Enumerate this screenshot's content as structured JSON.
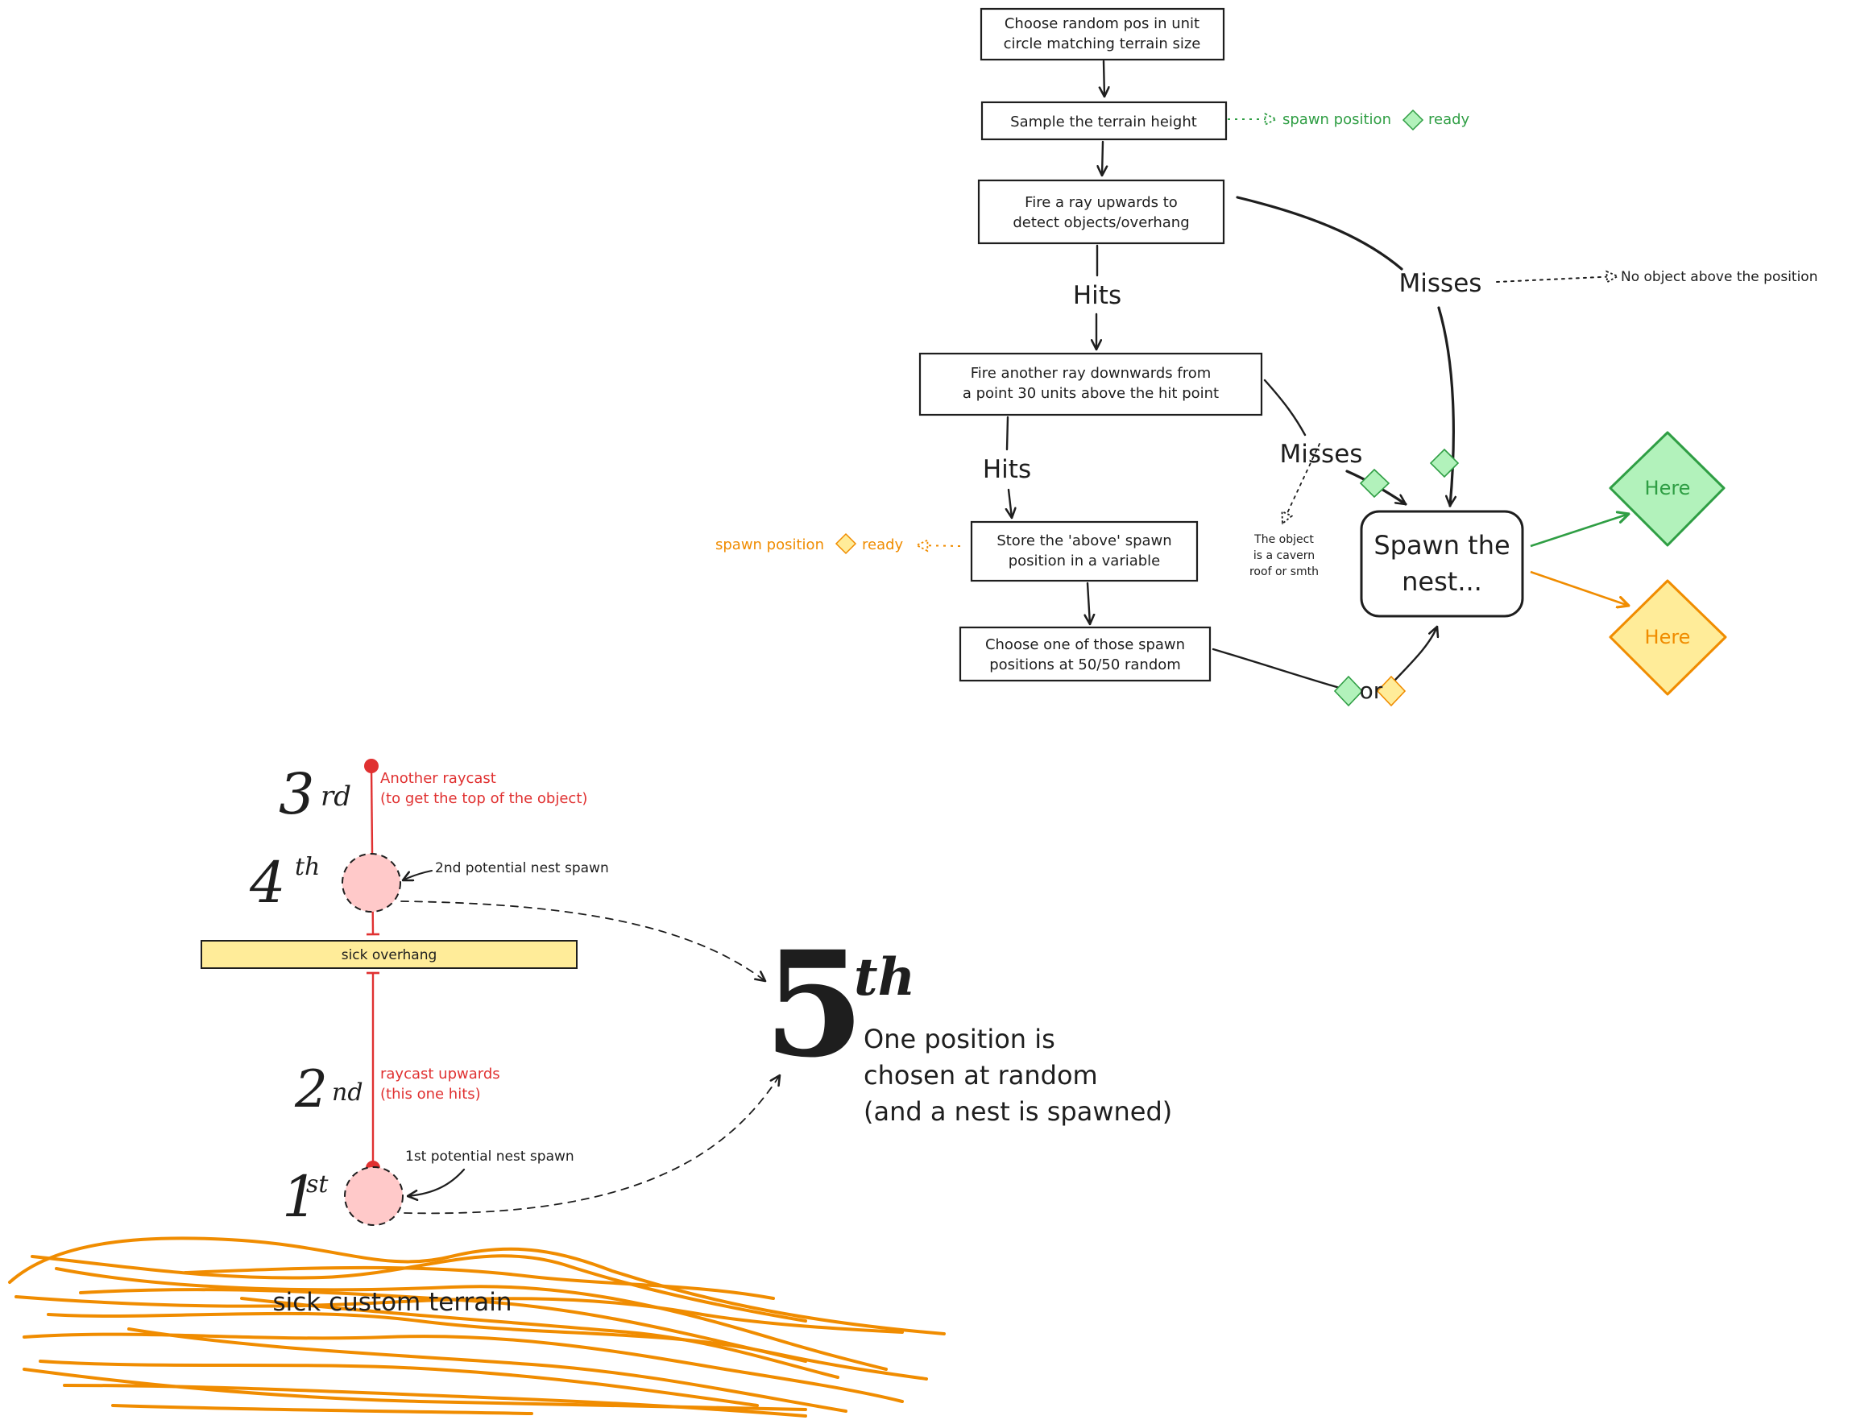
{
  "flow": {
    "step1": [
      "Choose random pos in unit",
      "circle matching terrain size"
    ],
    "step2": "Sample the terrain height",
    "step3": [
      "Fire a ray upwards to",
      "detect objects/overhang"
    ],
    "step4": [
      "Fire another ray downwards from",
      "a point 30 units above the hit point"
    ],
    "step5": [
      "Store the 'above' spawn",
      "position in a variable"
    ],
    "step6": [
      "Choose one of those spawn",
      "positions at 50/50 random"
    ],
    "spawn": [
      "Spawn the",
      "nest..."
    ],
    "hits_1": "Hits",
    "hits_2": "Hits",
    "misses_1": "Misses",
    "misses_2": "Misses",
    "or": "or",
    "here_green": "Here",
    "here_orange": "Here"
  },
  "notes": {
    "green_ready_a": "spawn position",
    "green_ready_b": "ready",
    "orange_ready_a": "spawn position",
    "orange_ready_b": "ready",
    "no_object": "No object above the position",
    "cavern": [
      "The object",
      "is a cavern",
      "roof or smth"
    ]
  },
  "illustration": {
    "ord_1": "1",
    "ord_1_sup": "st",
    "ord_2": "2",
    "ord_2_sup": "nd",
    "ord_3": "3",
    "ord_3_sup": "rd",
    "ord_4": "4",
    "ord_4_sup": "th",
    "ord_5": "5",
    "ord_5_sup": "th",
    "raycast_top": [
      "Another raycast",
      "(to get the top of the object)"
    ],
    "raycast_up": [
      "raycast upwards",
      "(this one hits)"
    ],
    "spawn_2nd": "2nd potential nest spawn",
    "spawn_1st": "1st potential nest spawn",
    "overhang": "sick overhang",
    "terrain": "sick custom terrain",
    "result": [
      "One position is",
      "chosen at random",
      "(and a nest is spawned)"
    ]
  },
  "colors": {
    "ink": "#1e1e1e",
    "green": "#2f9e44",
    "green_fill": "#b2f2bb",
    "orange": "#f08c00",
    "yellow_fill": "#ffec99",
    "red": "#e03131",
    "pink_fill": "#ffc9c9"
  }
}
